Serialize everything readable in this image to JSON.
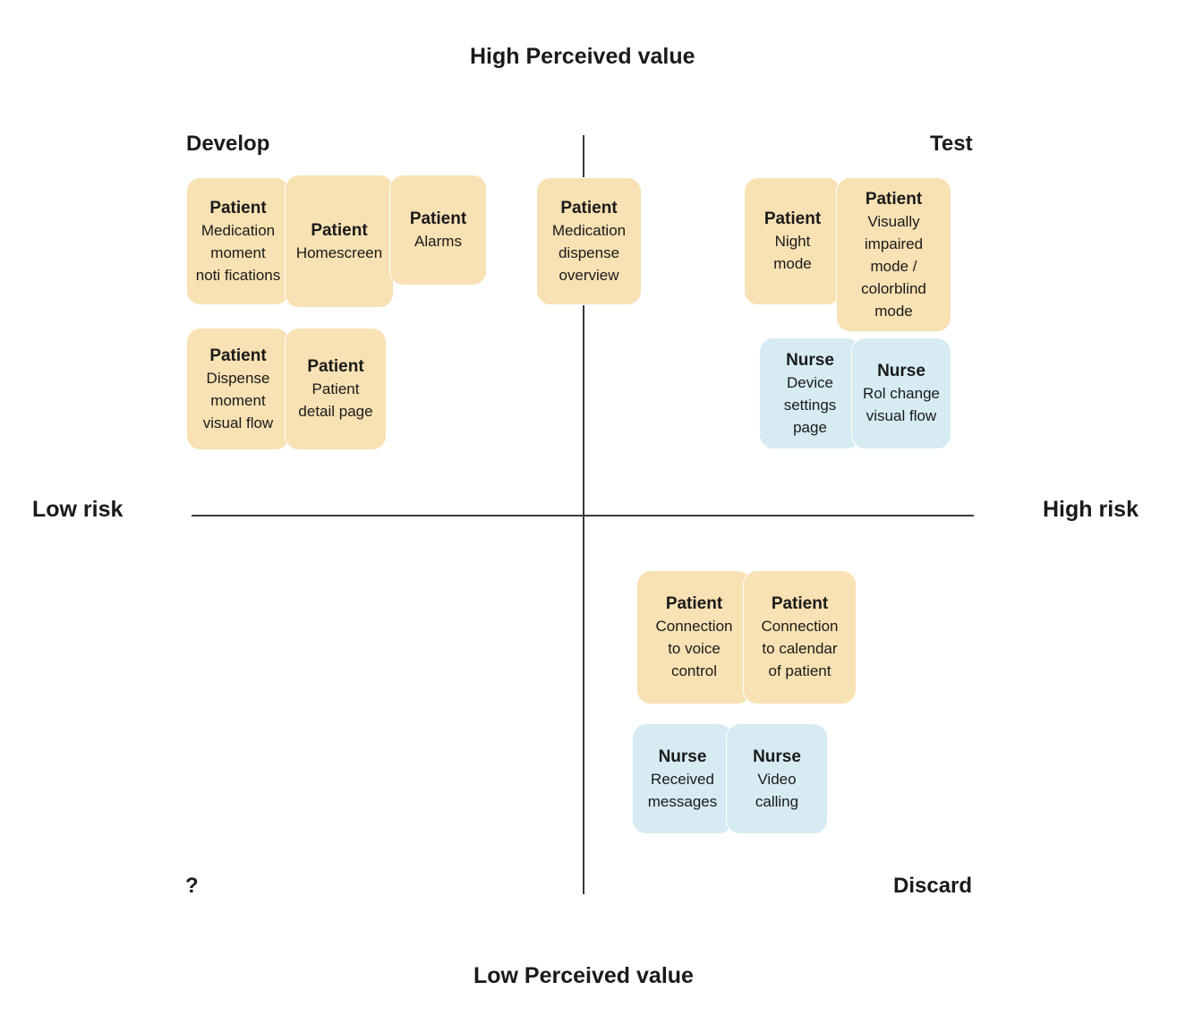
{
  "axes": {
    "top": "High Perceived value",
    "bottom": "Low Perceived value",
    "left": "Low risk",
    "right": "High risk"
  },
  "quadrants": {
    "top_left": "Develop",
    "top_right": "Test",
    "bottom_left": "?",
    "bottom_right": "Discard"
  },
  "colors": {
    "patient": "#f8e1b3",
    "nurse": "#d6ebf2",
    "axis": "#3a3a3a"
  },
  "cards": [
    {
      "role": "Patient",
      "text": "Medication\nmoment\nnoti fications",
      "type": "patient"
    },
    {
      "role": "Patient",
      "text": "Homescreen",
      "type": "patient"
    },
    {
      "role": "Patient",
      "text": "Alarms",
      "type": "patient"
    },
    {
      "role": "Patient",
      "text": "Medication\ndispense\noverview",
      "type": "patient"
    },
    {
      "role": "Patient",
      "text": "Night\nmode",
      "type": "patient"
    },
    {
      "role": "Patient",
      "text": "Visually\nimpaired\nmode /\ncolorblind\nmode",
      "type": "patient"
    },
    {
      "role": "Patient",
      "text": "Dispense\nmoment\nvisual  flow",
      "type": "patient"
    },
    {
      "role": "Patient",
      "text": "Patient\ndetail page",
      "type": "patient"
    },
    {
      "role": "Nurse",
      "text": "Device\nsettings\npage",
      "type": "nurse"
    },
    {
      "role": "Nurse",
      "text": "Rol change\nvisual  flow",
      "type": "nurse"
    },
    {
      "role": "Patient",
      "text": "Connection\nto voice\ncontrol",
      "type": "patient"
    },
    {
      "role": "Patient",
      "text": "Connection\nto calendar\nof patient",
      "type": "patient"
    },
    {
      "role": "Nurse",
      "text": "Received\nmessages",
      "type": "nurse"
    },
    {
      "role": "Nurse",
      "text": "Video\ncalling",
      "type": "nurse"
    }
  ]
}
